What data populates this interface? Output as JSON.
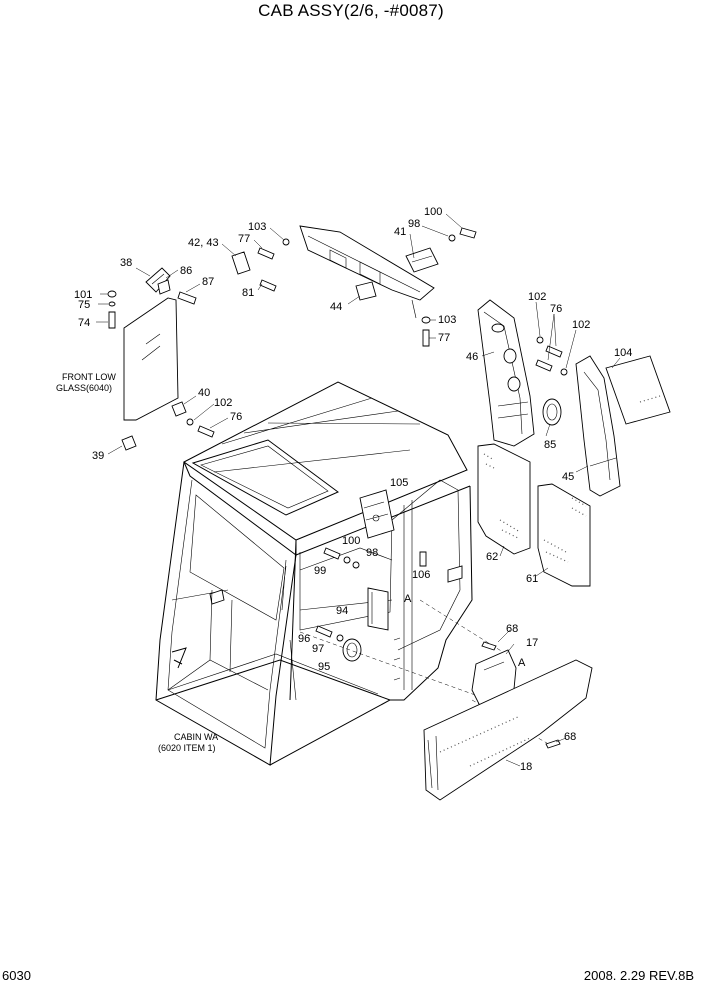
{
  "header": {
    "title": "CAB ASSY(2/6, -#0087)"
  },
  "footer": {
    "page_number": "6030",
    "revision": "2008. 2.29  REV.8B"
  },
  "notes": {
    "front_low_glass_1": "FRONT LOW",
    "front_low_glass_2": "GLASS(6040)",
    "cabin_1": "CABIN WA",
    "cabin_2": "(6020 ITEM 1)",
    "section_a": "A"
  },
  "callouts": {
    "c38": "38",
    "c101": "101",
    "c75": "75",
    "c74": "74",
    "c86": "86",
    "c87": "87",
    "c40": "40",
    "c102a": "102",
    "c76a": "76",
    "c39": "39",
    "c4243": "42, 43",
    "c77a": "77",
    "c103a": "103",
    "c81": "81",
    "c44": "44",
    "c100a": "100",
    "c98a": "98",
    "c41": "41",
    "c103b": "103",
    "c77b": "77",
    "c102b": "102",
    "c76b": "76",
    "c102c": "102",
    "c104": "104",
    "c46": "46",
    "c85": "85",
    "c45": "45",
    "c105": "105",
    "c100b": "100",
    "c98b": "98",
    "c99": "99",
    "c106": "106",
    "c62": "62",
    "c61": "61",
    "c94": "94",
    "c96": "96",
    "c97": "97",
    "c95": "95",
    "c68a": "68",
    "c17": "17",
    "c68b": "68",
    "c18": "18"
  }
}
